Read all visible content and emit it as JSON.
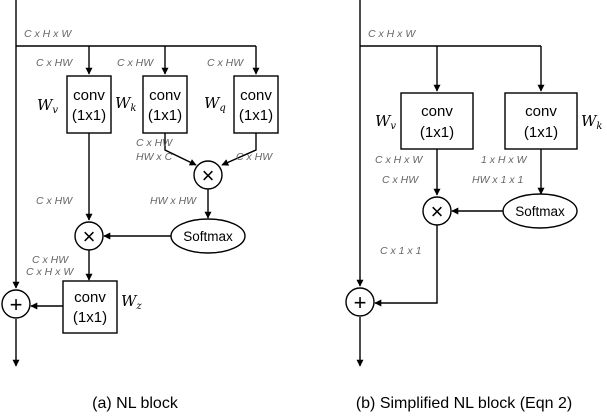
{
  "panel_a": {
    "caption": "(a) NL block",
    "input_dim": "C x H x W",
    "dim_v": "C x HW",
    "dim_k": "C x HW",
    "dim_q": "C x HW",
    "conv_v": {
      "line1": "conv",
      "line2": "(1x1)",
      "weight": "W",
      "sub": "v"
    },
    "conv_k": {
      "line1": "conv",
      "line2": "(1x1)",
      "weight": "W",
      "sub": "k"
    },
    "conv_q": {
      "line1": "conv",
      "line2": "(1x1)",
      "weight": "W",
      "sub": "q"
    },
    "dim_k_out1": "C x HW",
    "dim_k_out2": "HW x C",
    "dim_q_out": "C x HW",
    "mult_symbol": "×",
    "dim_mult_out": "HW x HW",
    "softmax": "Softmax",
    "dim_v_out": "C x HW",
    "dim_mult2_out1": "C x HW",
    "dim_mult2_out2": "C x H x W",
    "conv_z": {
      "line1": "conv",
      "line2": "(1x1)",
      "weight": "W",
      "sub": "z"
    },
    "add_symbol": "+"
  },
  "panel_b": {
    "caption": "(b) Simplified NL block (Eqn 2)",
    "input_dim": "C x H x W",
    "conv_v": {
      "line1": "conv",
      "line2": "(1x1)",
      "weight": "W",
      "sub": "v"
    },
    "conv_k": {
      "line1": "conv",
      "line2": "(1x1)",
      "weight": "W",
      "sub": "k"
    },
    "dim_v_out1": "C x H x W",
    "dim_v_out2": "C x HW",
    "dim_k_out1": "1 x H x W",
    "dim_k_out2": "HW x 1 x 1",
    "mult_symbol": "×",
    "softmax": "Softmax",
    "dim_mult_out": "C x 1 x 1",
    "add_symbol": "+"
  }
}
